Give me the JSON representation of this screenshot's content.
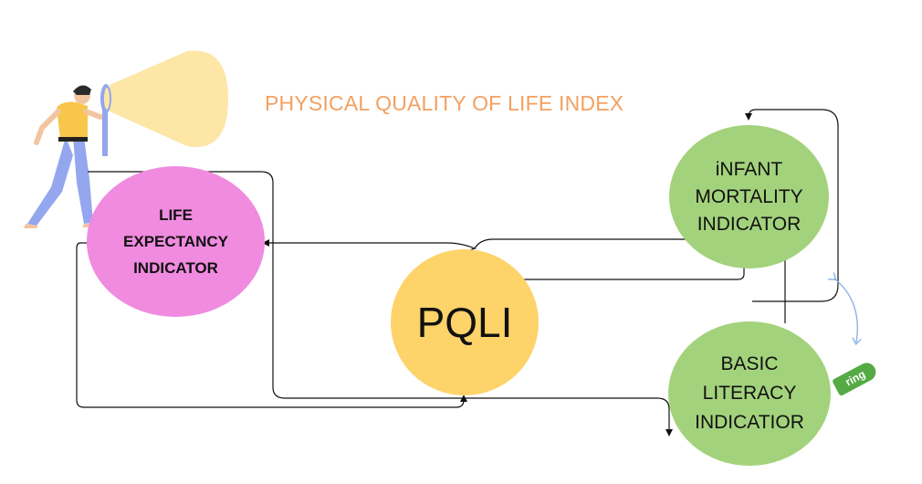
{
  "title": "PHYSICAL QUALITY OF LIFE INDEX",
  "colors": {
    "title": "#f4a060",
    "life_expectancy": "#f08be0",
    "pqli": "#fdd36a",
    "infant_mortality": "#a3d27c",
    "basic_literacy": "#a3d27c",
    "connector": "#111111",
    "curved_arrow": "#8ab4e8",
    "spotlight": "#fde6a6",
    "person_shirt": "#f7c64a",
    "person_pants": "#93a6ee"
  },
  "nodes": {
    "life_expectancy": "LIFE\nEXPECTANCY\nINDICATOR",
    "pqli": "PQLI",
    "infant_mortality": "iNFANT\nMORTALITY\nINDICATOR",
    "basic_literacy": "BASIC\nLITERACY\nINDICATIOR"
  },
  "tag_text": "ring",
  "icons": [
    "person-with-flashlight-icon",
    "curved-double-arrow-icon"
  ]
}
